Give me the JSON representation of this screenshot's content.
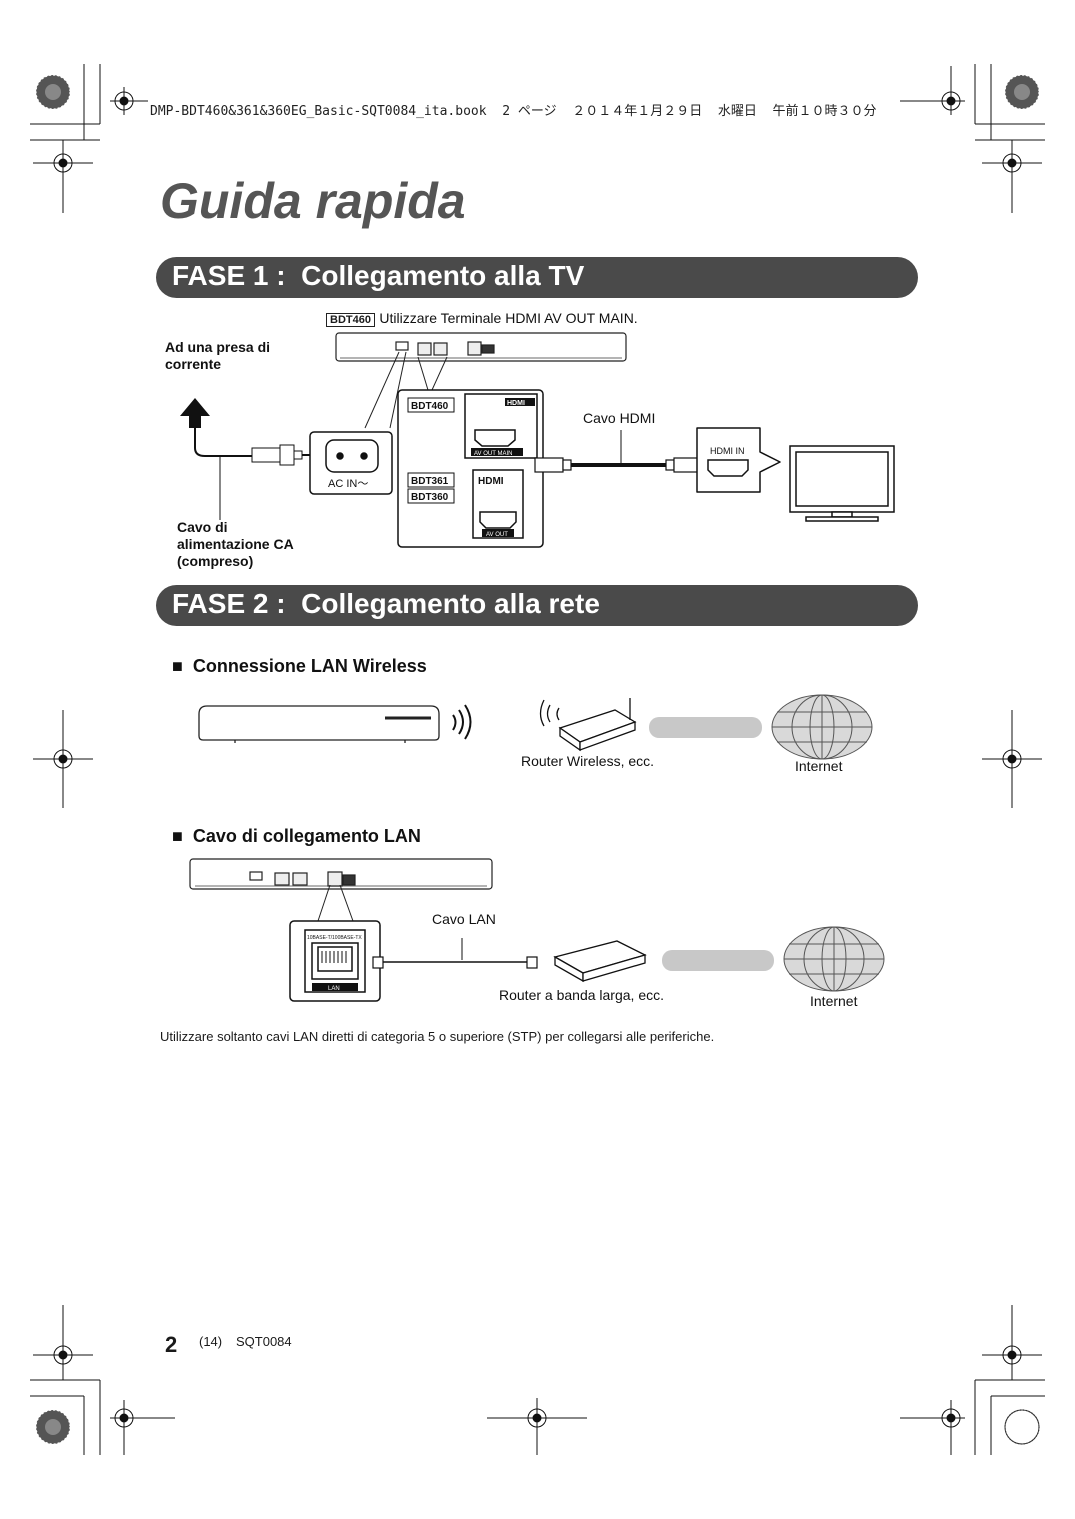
{
  "header_line": "DMP-BDT460&361&360EG_Basic-SQT0084_ita.book  2 ページ  ２０１４年１月２９日  水曜日  午前１０時３０分",
  "title": "Guida rapida",
  "step1": {
    "heading": "FASE 1 :  Collegamento alla TV",
    "model_badge": "BDT460",
    "model_note": "Utilizzare Terminale HDMI AV OUT MAIN.",
    "power_outlet_label": "Ad una presa di corrente",
    "ac_in_label": "AC IN～",
    "power_cord_label": "Cavo di alimentazione CA (compreso)",
    "hdmi_panel": {
      "model_a": "BDT460",
      "port_a_label": "AV OUT MAIN",
      "model_b1": "BDT361",
      "model_b2": "BDT360",
      "port_b_label": "AV OUT",
      "hdmi_logo": "HDMI"
    },
    "hdmi_cable_label": "Cavo HDMI",
    "tv_port_label": "HDMI IN"
  },
  "step2": {
    "heading": "FASE 2 :  Collegamento alla rete",
    "wireless": {
      "heading": "Connessione LAN Wireless",
      "router_label": "Router Wireless, ecc.",
      "internet_label": "Internet"
    },
    "wired": {
      "heading": "Cavo di collegamento LAN",
      "port_top_label": "10BASE-T/100BASE-TX",
      "port_label": "LAN",
      "cable_label": "Cavo LAN",
      "router_label": "Router a banda larga, ecc.",
      "internet_label": "Internet"
    },
    "note": "Utilizzare soltanto cavi LAN diretti di categoria 5 o superiore (STP) per collegarsi alle periferiche."
  },
  "footer": {
    "page_number": "2",
    "page_ref": "(14)",
    "doc_code": "SQT0084"
  },
  "colors": {
    "bar_bg": "#4a4a4a",
    "title_color": "#555555",
    "pill_color": "#c8c8c8"
  }
}
